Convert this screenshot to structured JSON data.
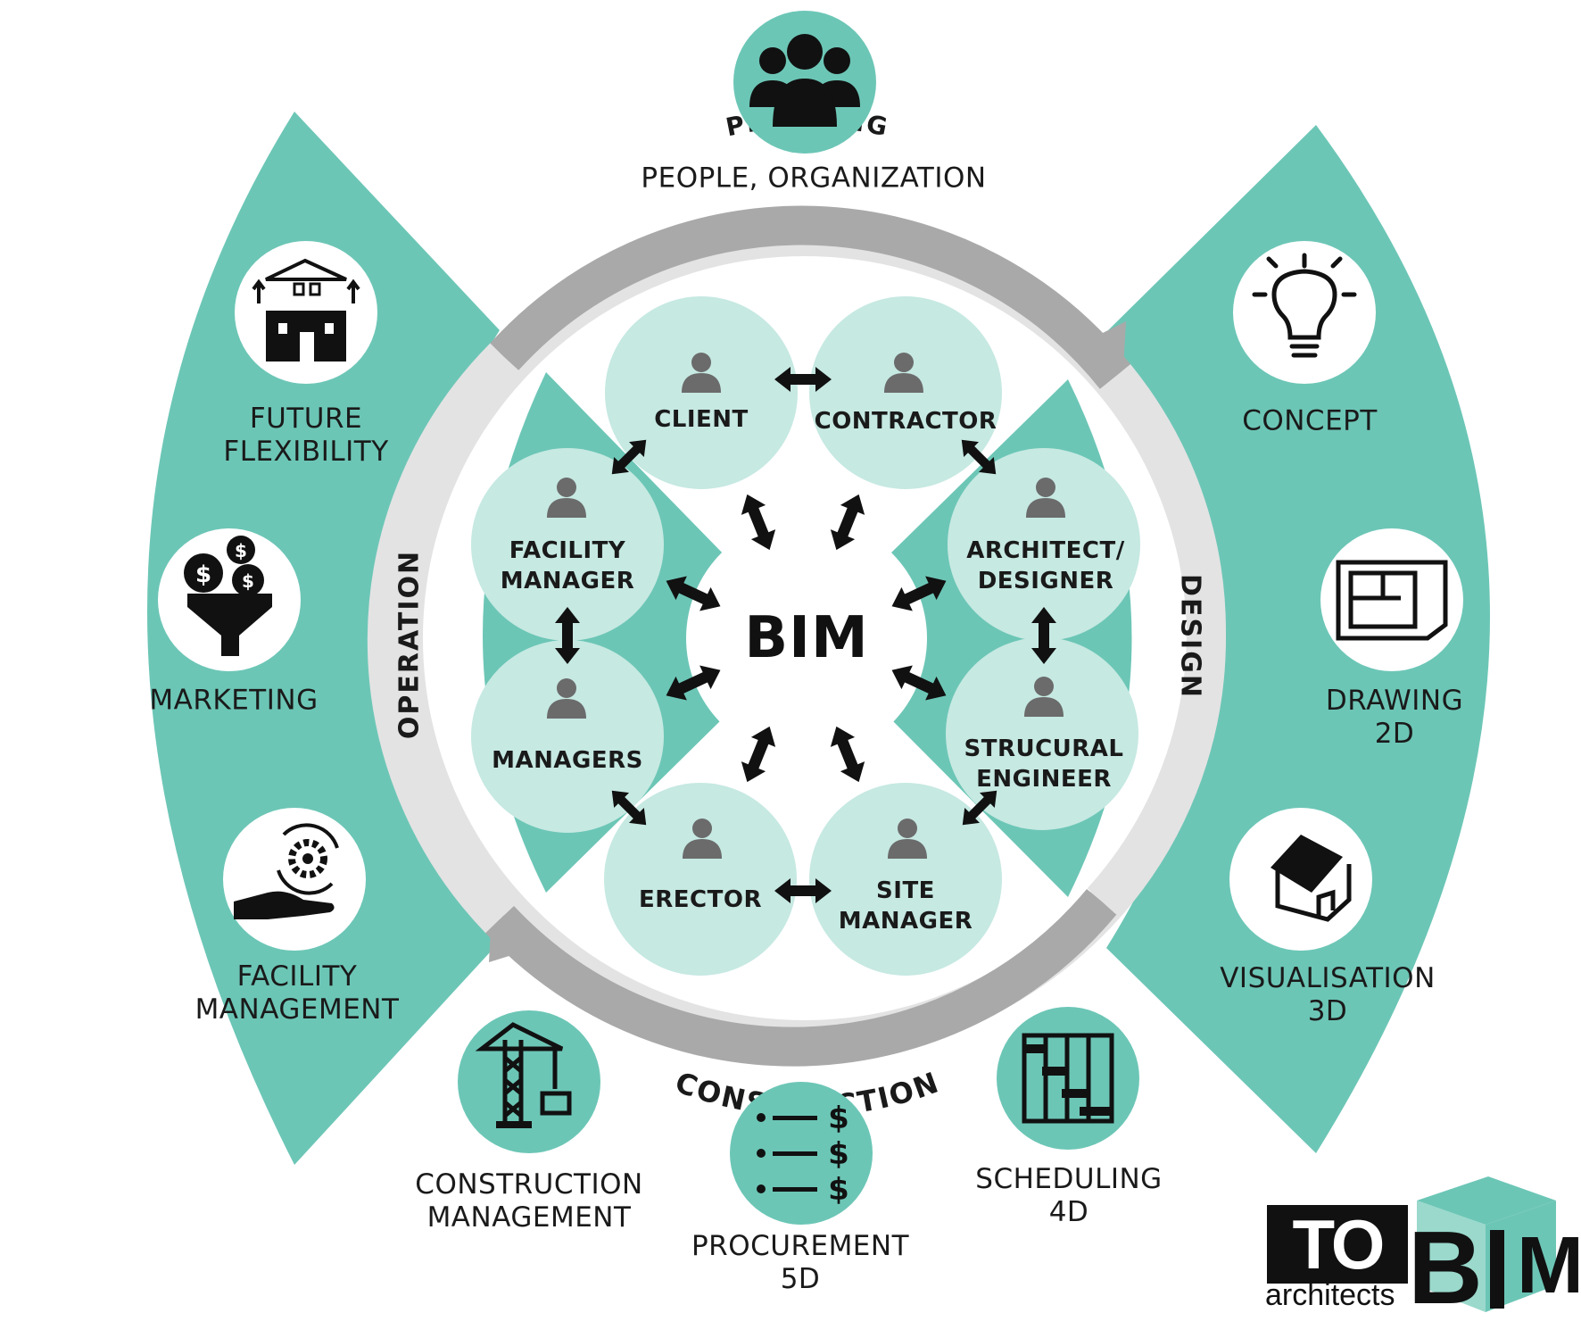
{
  "colors": {
    "teal": "#6cc6b6",
    "light_teal": "#c6e9e2",
    "grey_ring": "#a9a9a9",
    "light_ring": "#e3e3e3",
    "dark": "#111111",
    "person_grey": "#6b6b6b"
  },
  "center": {
    "label": "BIM"
  },
  "phases": {
    "planning": "PLANNING",
    "design": "DESIGN",
    "construction": "CONSTRUCTION",
    "operation": "OPERATION"
  },
  "roles": {
    "client": [
      "CLIENT"
    ],
    "contractor": [
      "CONTRACTOR"
    ],
    "architect": [
      "ARCHITECT/",
      "DESIGNER"
    ],
    "structural": [
      "STRUCURAL",
      "ENGINEER"
    ],
    "site_manager": [
      "SITE",
      "MANAGER"
    ],
    "erector": [
      "ERECTOR"
    ],
    "managers": [
      "MANAGERS"
    ],
    "facility_manager": [
      "FACILITY",
      "MANAGER"
    ]
  },
  "outer_items": {
    "people": {
      "lines": [
        "PEOPLE, ORGANIZATION"
      ],
      "icon": "people-icon"
    },
    "concept": {
      "lines": [
        "CONCEPT"
      ],
      "icon": "lightbulb-icon"
    },
    "drawing": {
      "lines": [
        "DRAWING",
        "2D"
      ],
      "icon": "floorplan-icon"
    },
    "visualisation": {
      "lines": [
        "VISUALISATION",
        "3D"
      ],
      "icon": "house-icon"
    },
    "scheduling": {
      "lines": [
        "SCHEDULING",
        "4D"
      ],
      "icon": "gantt-icon"
    },
    "procurement": {
      "lines": [
        "PROCUREMENT",
        "5D"
      ],
      "icon": "dollar-list-icon"
    },
    "construction_mgmt": {
      "lines": [
        "CONSTRUCTION",
        "MANAGEMENT"
      ],
      "icon": "crane-icon"
    },
    "facility_mgmt": {
      "lines": [
        "FACILITY",
        "MANAGEMENT"
      ],
      "icon": "hand-gear-icon"
    },
    "marketing": {
      "lines": [
        "MARKETING"
      ],
      "icon": "money-funnel-icon"
    },
    "future_flex": {
      "lines": [
        "FUTURE",
        "FLEXIBILITY"
      ],
      "icon": "building-expand-icon"
    }
  },
  "logo": {
    "to": "TO",
    "b": "B",
    "m": "M",
    "architects": "architects"
  }
}
